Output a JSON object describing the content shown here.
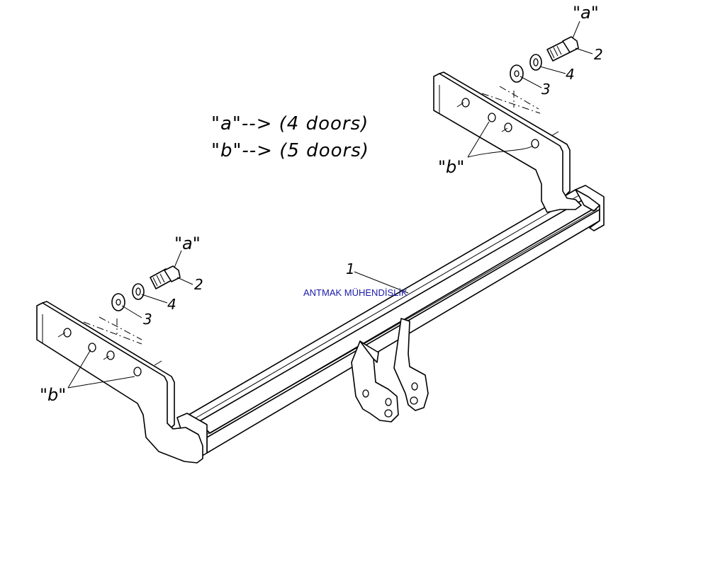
{
  "legend": {
    "line_a": "\"a\"--> (4 doors)",
    "line_b": "\"b\"--> (5 doors)"
  },
  "labels": {
    "a": "\"a\"",
    "b": "\"b\"",
    "part_1": "1",
    "part_2": "2",
    "part_3": "3",
    "part_4": "4"
  },
  "watermark": "ANTMAK MÜHENDİSLİK",
  "colors": {
    "line": "#000000",
    "watermark": "#1a1aa8",
    "background": "#ffffff"
  }
}
